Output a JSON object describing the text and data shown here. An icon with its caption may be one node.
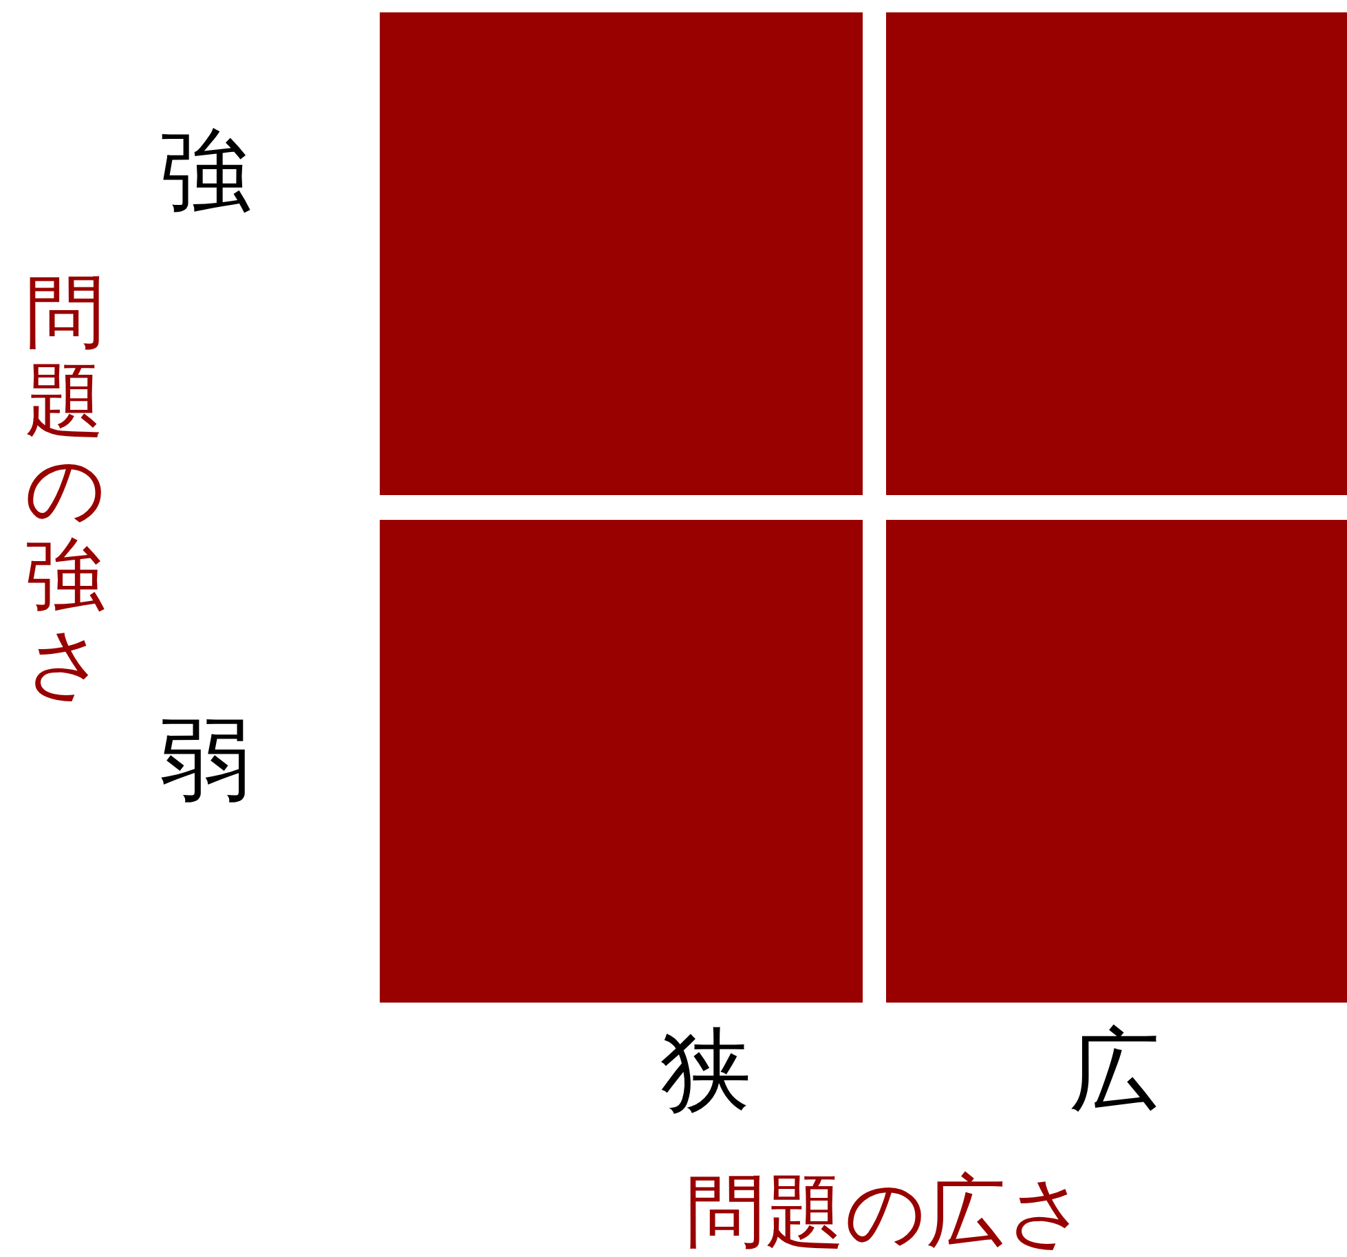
{
  "diagram": {
    "nodes": [
      {
        "text": [],
        "shape": "box"
      },
      {
        "text": [],
        "shape": "box"
      },
      {
        "text": [],
        "shape": "box"
      },
      {
        "text": [],
        "shape": "box"
      }
    ],
    "labels": [
      "強",
      "問題の強さ",
      "弱",
      "狭",
      "広",
      "問題の広さ"
    ]
  }
}
